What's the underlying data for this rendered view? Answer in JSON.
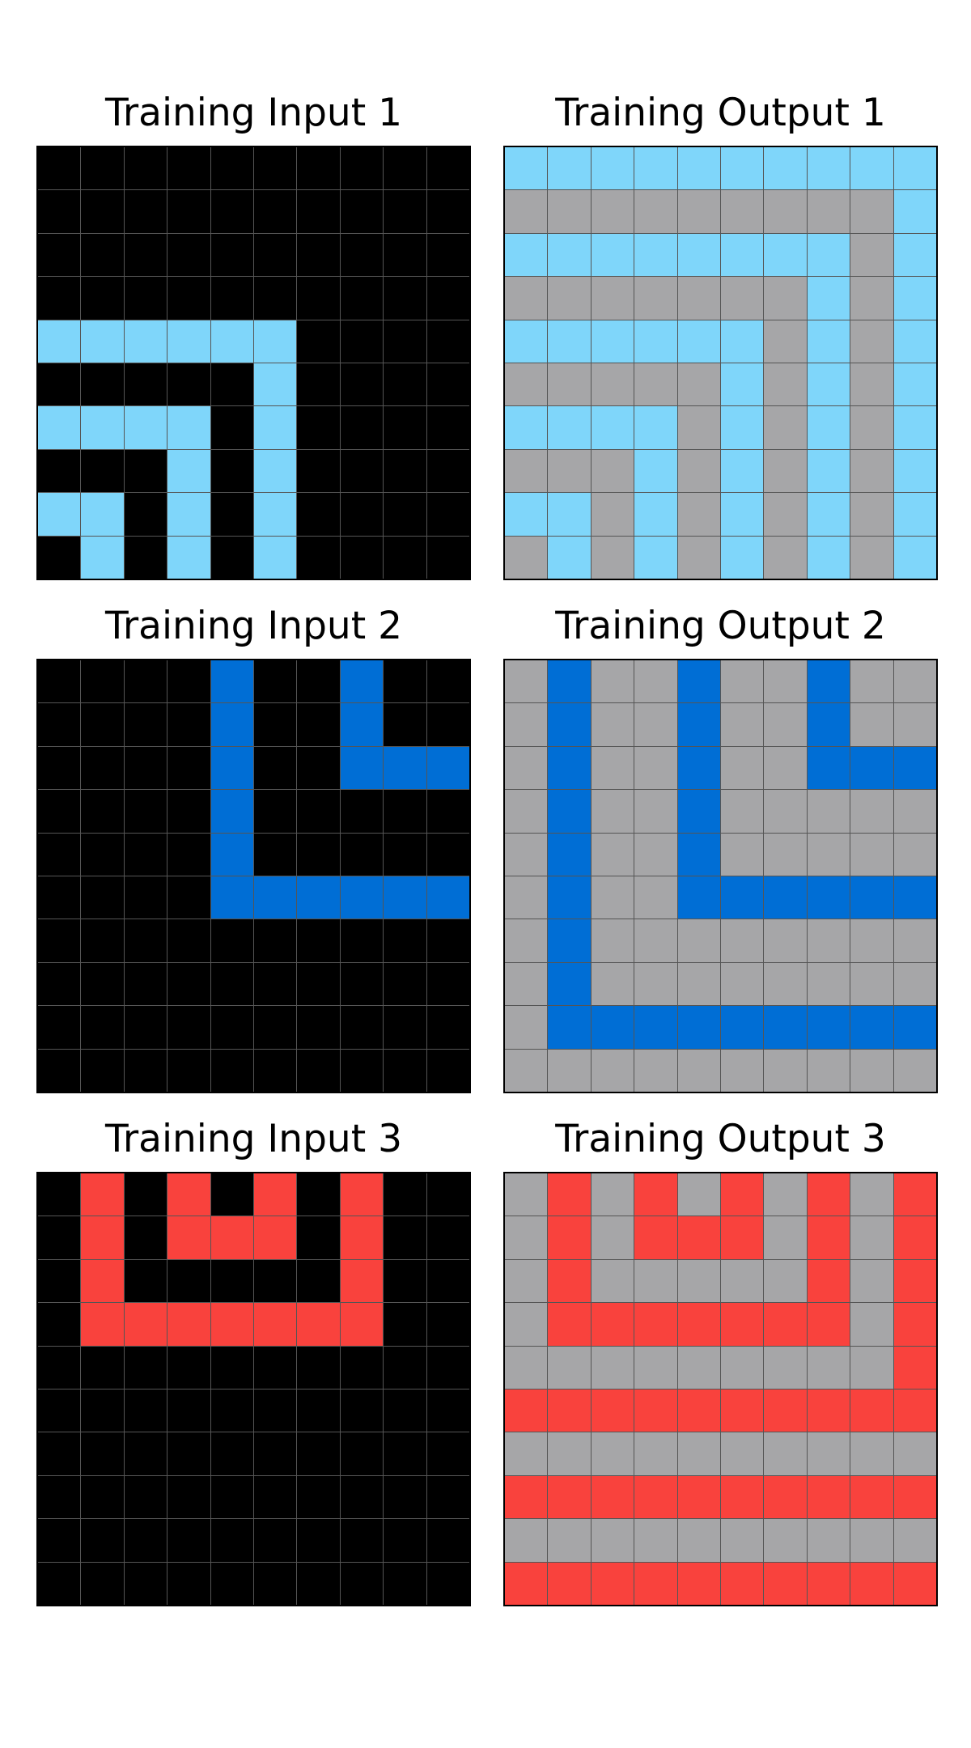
{
  "palette": {
    "0": "#000000",
    "1": "#7fd6fa",
    "2": "#a6a6a8",
    "3": "#006ed5",
    "4": "#f9423d"
  },
  "panels": [
    {
      "title": "Training Input 1",
      "rows": [
        "0000000000",
        "0000000000",
        "0000000000",
        "0000000000",
        "1111110000",
        "0000010000",
        "1111010000",
        "0001010000",
        "1101010000",
        "0101010000"
      ]
    },
    {
      "title": "Training Output 1",
      "rows": [
        "1111111111",
        "2222222221",
        "1111111121",
        "2222222121",
        "1111112121",
        "2222212121",
        "1111212121",
        "2221212121",
        "1121212121",
        "2121212121"
      ]
    },
    {
      "title": "Training Input 2",
      "rows": [
        "0000300300",
        "0000300300",
        "0000300333",
        "0000300000",
        "0000300000",
        "0000333333",
        "0000000000",
        "0000000000",
        "0000000000",
        "0000000000"
      ]
    },
    {
      "title": "Training Output 2",
      "rows": [
        "2322322322",
        "2322322322",
        "2322322333",
        "2322322222",
        "2322322222",
        "2322333333",
        "2322222222",
        "2322222222",
        "2333333333",
        "2222222222"
      ]
    },
    {
      "title": "Training Input 3",
      "rows": [
        "0404040400",
        "0404440400",
        "0400000400",
        "0444444400",
        "0000000000",
        "0000000000",
        "0000000000",
        "0000000000",
        "0000000000",
        "0000000000"
      ]
    },
    {
      "title": "Training Output 3",
      "rows": [
        "2424242424",
        "2424442424",
        "2422222424",
        "2444444424",
        "2222222224",
        "4444444444",
        "2222222222",
        "4444444444",
        "2222222222",
        "4444444444"
      ]
    }
  ]
}
